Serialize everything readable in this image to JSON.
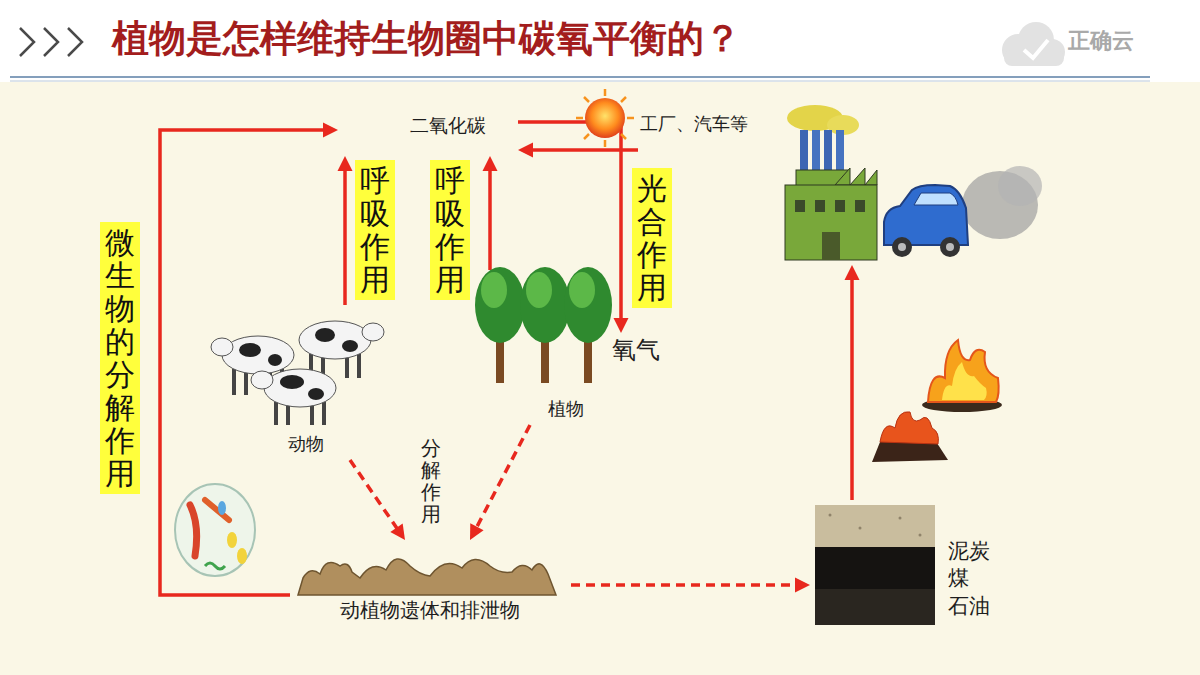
{
  "diagram": {
    "title": "植物是怎样维持生物圈中碳氧平衡的？",
    "nodes": [
      {
        "text": [
          "二氧化碳"
        ]
      },
      {
        "text": [
          "工厂、汽车等"
        ]
      },
      {
        "text": [
          "动物"
        ]
      },
      {
        "text": [
          "植物"
        ]
      },
      {
        "text": [
          "氧气"
        ]
      },
      {
        "text": [
          "动植物遗体和排泄物"
        ]
      },
      {
        "text": [
          "泥炭 煤 石油"
        ]
      }
    ],
    "edges": [
      {
        "from": 2,
        "to": 0,
        "label": "呼吸作用",
        "arrow": "to"
      },
      {
        "from": 3,
        "to": 0,
        "label": "呼吸作用",
        "arrow": "to"
      },
      {
        "from": 0,
        "to": 4,
        "label": "光合作用",
        "arrow": "to"
      },
      {
        "from": 1,
        "to": 0,
        "arrow": "to"
      },
      {
        "from": 2,
        "to": 5,
        "arrow": "to"
      },
      {
        "from": 3,
        "to": 5,
        "arrow": "to"
      },
      {
        "from": 5,
        "to": 6,
        "arrow": "to"
      },
      {
        "from": 6,
        "to": 1,
        "arrow": "to"
      },
      {
        "from": 5,
        "to": 0,
        "label": "微生物的分解作用",
        "arrow": "to"
      }
    ],
    "labels": [
      "分解作用",
      "正确云"
    ]
  }
}
